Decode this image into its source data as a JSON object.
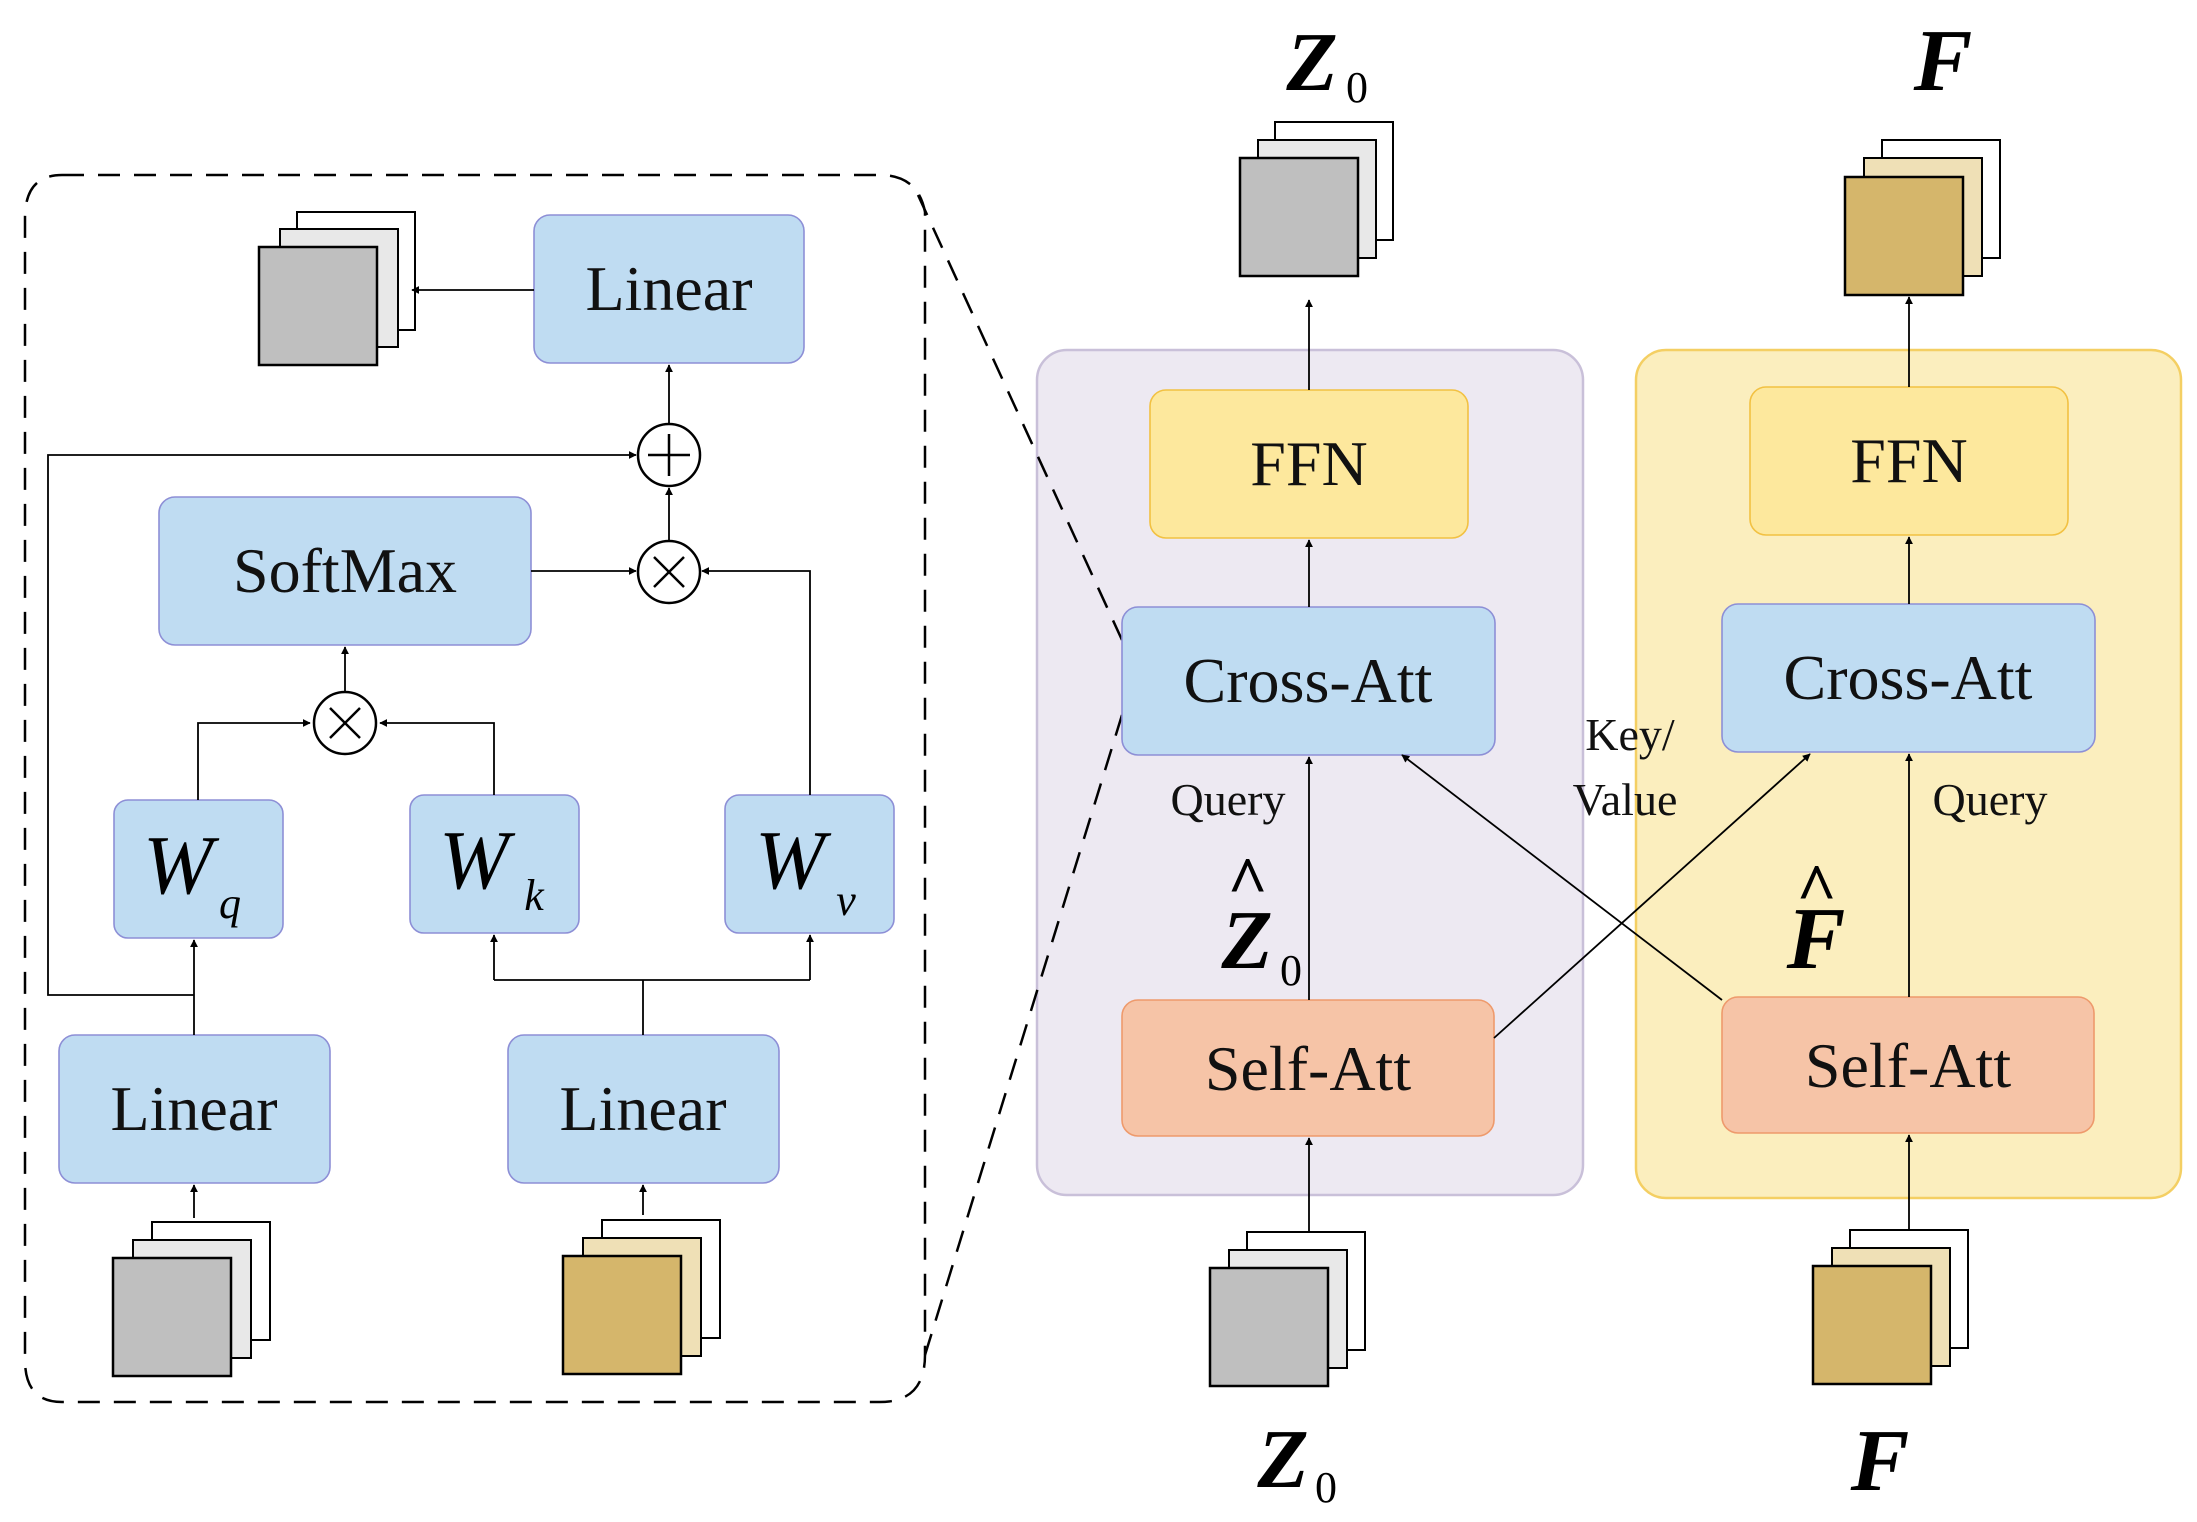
{
  "colors": {
    "block_blue": "#bfdcf2",
    "ffn_yellow": "#fde89d",
    "self_att_orange": "#f6c4a7",
    "panel_lavender": "#ede9f2",
    "panel_yellow": "#fbeebe",
    "feature_gray": "#bfbfbf",
    "feature_tan": "#d5b66b"
  },
  "detail": {
    "linear_top": "Linear",
    "softmax": "SoftMax",
    "wq": {
      "main": "W",
      "sub": "q"
    },
    "wk": {
      "main": "W",
      "sub": "k"
    },
    "wv": {
      "main": "W",
      "sub": "v"
    },
    "linear_bottom_left": "Linear",
    "linear_bottom_right": "Linear",
    "plus_symbol": "+",
    "times_symbol": "×"
  },
  "left_branch": {
    "top_label": {
      "main": "Z",
      "sub": "0"
    },
    "bottom_label": {
      "main": "Z",
      "sub": "0"
    },
    "hat_label": {
      "main": "Z",
      "hat": "^",
      "sub": "0"
    },
    "ffn": "FFN",
    "cross_att": "Cross-Att",
    "self_att": "Self-Att",
    "query_label": "Query"
  },
  "right_branch": {
    "top_label": "F",
    "bottom_label": "F",
    "hat_label": {
      "main": "F",
      "hat": "^"
    },
    "ffn": "FFN",
    "cross_att": "Cross-Att",
    "self_att": "Self-Att",
    "query_label": "Query"
  },
  "key_value_label": [
    "Key/",
    "Value"
  ]
}
